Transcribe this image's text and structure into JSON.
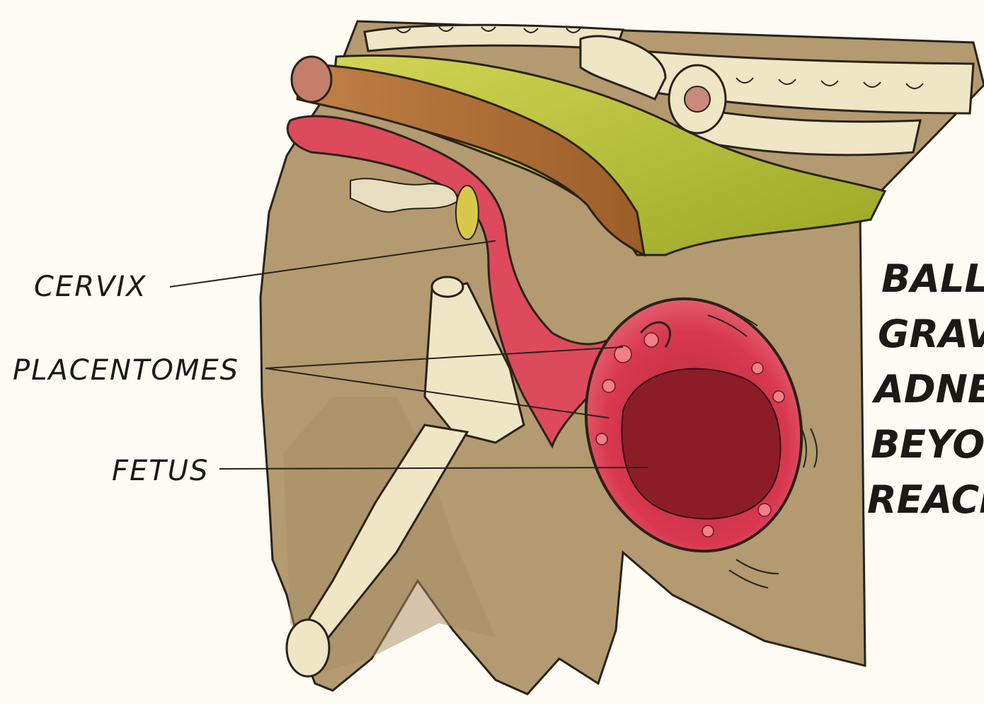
{
  "labels": {
    "cervix": "CERVIX",
    "placentomes": "PLACENTOMES",
    "fetus": "FETUS"
  },
  "side_note": {
    "line1": "BALLC",
    "line2": "GRAVI",
    "line3": "ADNEX",
    "line4": "BEYON",
    "line5": "REACH"
  },
  "colors": {
    "background": "#fdfbf3",
    "body_tan": "#b39a70",
    "bone": "#efe6c6",
    "rectum_green": "#bcc23c",
    "muscle_brown": "#b27434",
    "uterus_red": "#d8384f",
    "fetus_dark": "#8c1d28",
    "ink": "#1c1a17"
  }
}
